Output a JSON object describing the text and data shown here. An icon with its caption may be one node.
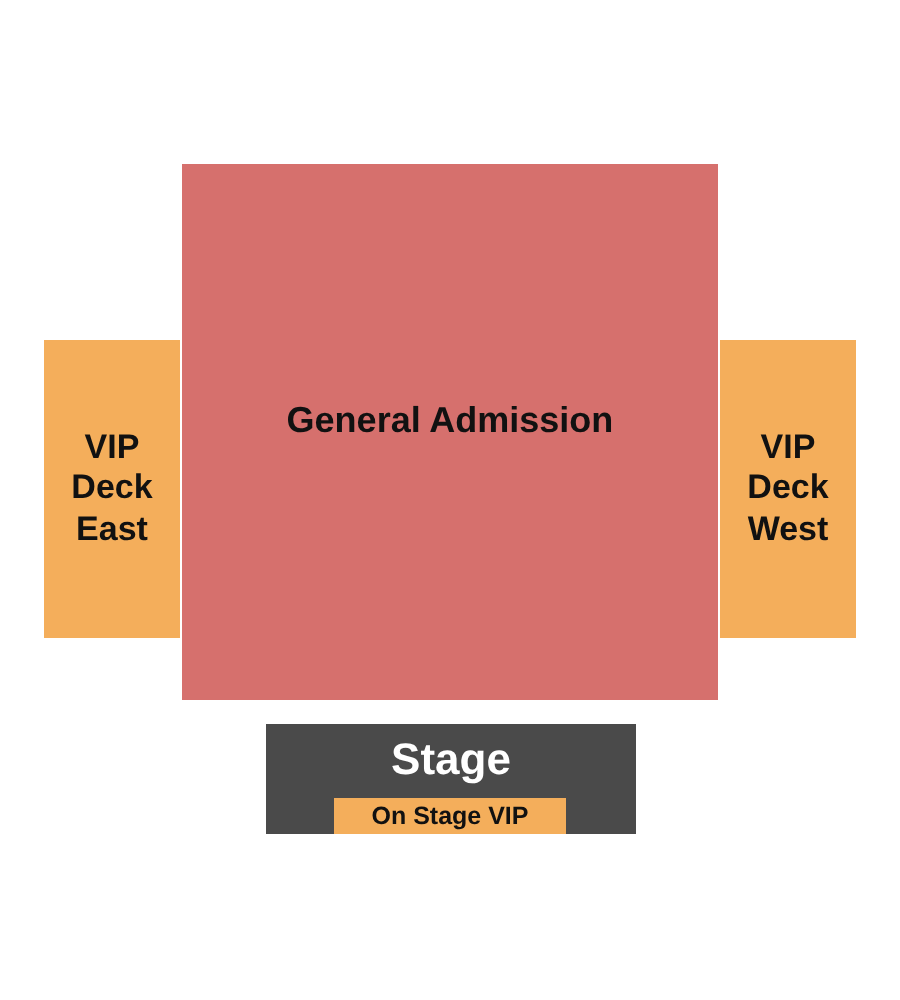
{
  "diagram": {
    "nodes": [
      {
        "text": [
          "General Admission"
        ]
      },
      {
        "text": [
          "VIP Deck East"
        ]
      },
      {
        "text": [
          "VIP Deck West"
        ]
      },
      {
        "text": [
          "Stage"
        ]
      },
      {
        "text": [
          "On Stage VIP"
        ],
        "in": 3
      }
    ]
  }
}
